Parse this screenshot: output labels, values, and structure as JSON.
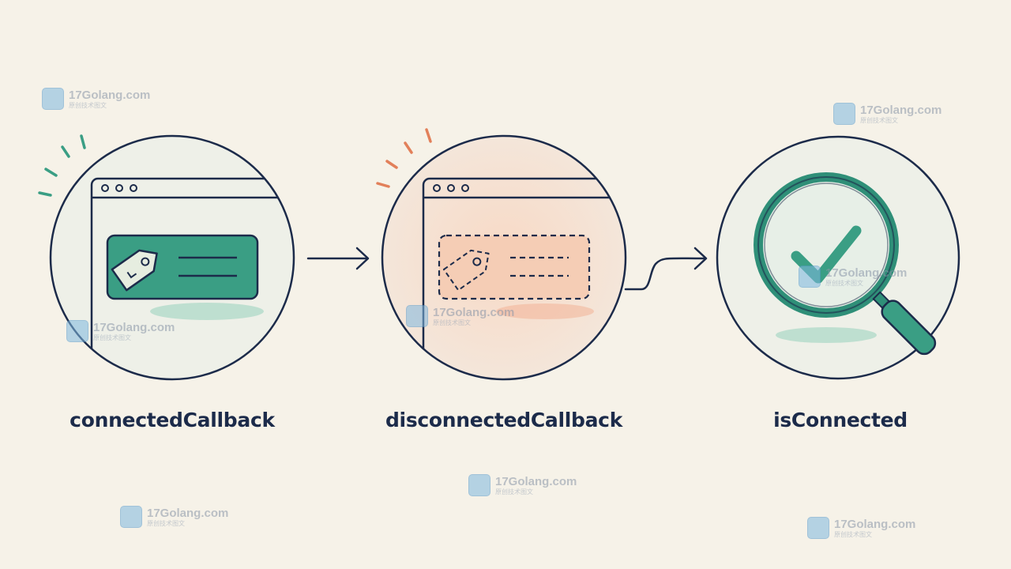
{
  "steps": [
    {
      "label": "connectedCallback"
    },
    {
      "label": "disconnectedCallback"
    },
    {
      "label": "isConnected"
    }
  ],
  "watermark": {
    "brand": "17Golang.com",
    "sub": "原创技术图文"
  },
  "colors": {
    "ink": "#1c2b4a",
    "teal": "#3a9e84",
    "peach": "#f3cdb6",
    "orange": "#e2805a",
    "background": "#f6f2e8"
  },
  "icons": [
    "browser-window-icon",
    "tag-icon",
    "magnifier-icon",
    "checkmark-icon",
    "arrow-icon"
  ]
}
